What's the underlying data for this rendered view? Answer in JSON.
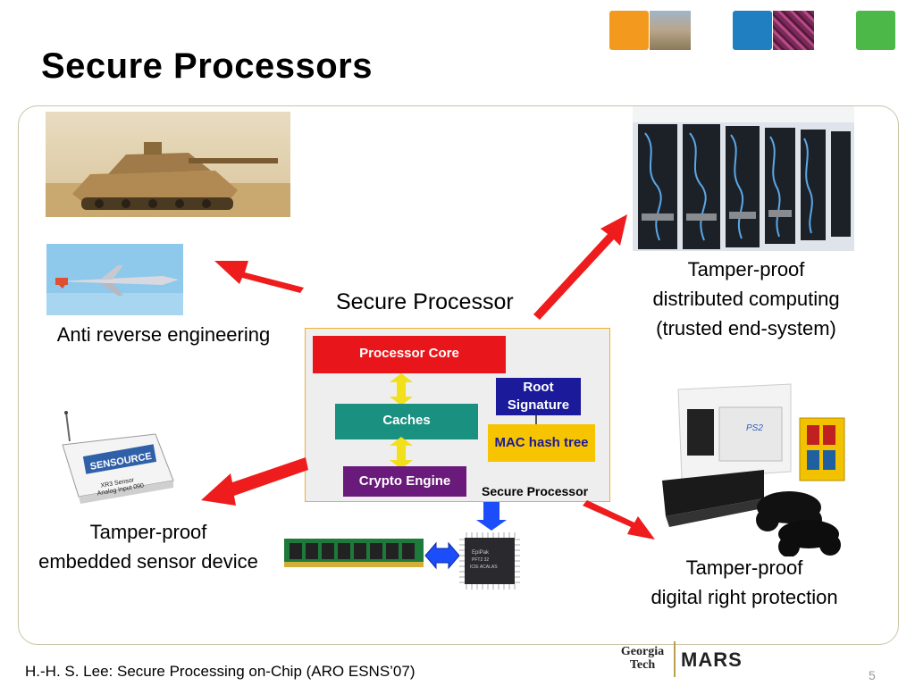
{
  "slide": {
    "title": "Secure Processors",
    "page_number": "5",
    "footer": "H.-H. S. Lee: Secure Processing on-Chip (ARO ESNS’07)"
  },
  "header_squares": {
    "colors": [
      "#f39a1e",
      "#1f7fc0",
      "#4cb848"
    ]
  },
  "diagram": {
    "center_label": "Secure Processor",
    "blocks": {
      "processor_core": "Processor Core",
      "caches": "Caches",
      "crypto_engine": "Crypto Engine",
      "root_signature_line1": "Root",
      "root_signature_line2": "Signature",
      "mac_hash_tree": "MAC hash tree",
      "box_label": "Secure Processor"
    },
    "chip_marking": {
      "line1": "EpiPak",
      "line2": "PFT2 32",
      "line3": "ICIE ACALAS"
    }
  },
  "applications": {
    "anti_reverse": "Anti reverse engineering",
    "distributed_line1": "Tamper-proof",
    "distributed_line2": "distributed computing",
    "distributed_line3": "(trusted end-system)",
    "sensor_line1": "Tamper-proof",
    "sensor_line2": "embedded sensor device",
    "drm_line1": "Tamper-proof",
    "drm_line2": "digital right protection"
  },
  "sensor_device": {
    "brand": "SENSOURCE",
    "model_line1": "XR3 Sensor",
    "model_line2": "Analog Input 090"
  },
  "console": {
    "logo": "PS2"
  },
  "logos": {
    "gt_line1": "Georgia",
    "gt_line2": "Tech",
    "mars": "MARS"
  },
  "colors": {
    "arrow_red": "#ee1c1c",
    "core_red": "#e8161a",
    "caches_teal": "#1a9080",
    "crypto_purple": "#6a1a7a",
    "root_blue": "#1a1a9a",
    "mac_yellow": "#f6c400",
    "connector_yellow": "#f2e01a",
    "connector_blue": "#1b4dfb"
  }
}
